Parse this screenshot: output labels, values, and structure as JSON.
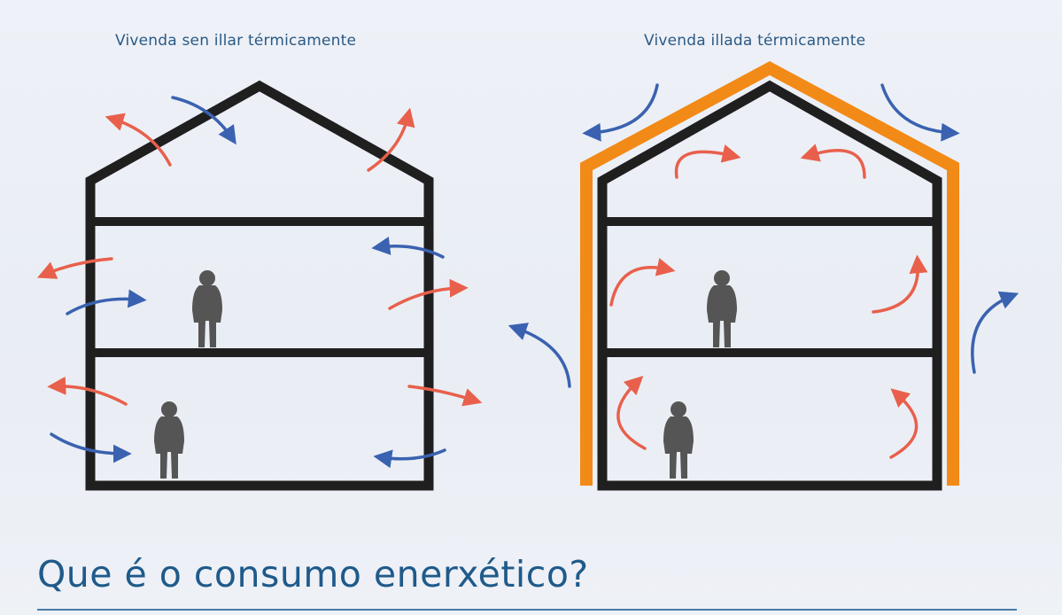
{
  "left_panel": {
    "caption": "Vivenda sen illar térmicamente"
  },
  "right_panel": {
    "caption": "Vivenda illada térmicamente"
  },
  "heading": "Que é o consumo enerxético?",
  "colors": {
    "wall": "#1f1f1f",
    "insulation": "#f28a18",
    "heat_arrow": "#e8604c",
    "cold_arrow": "#3a62b0",
    "person": "#555555",
    "text": "#2a5a86"
  },
  "icons": [
    "house-outline",
    "person-silhouette",
    "heat-arrow",
    "cold-arrow"
  ]
}
